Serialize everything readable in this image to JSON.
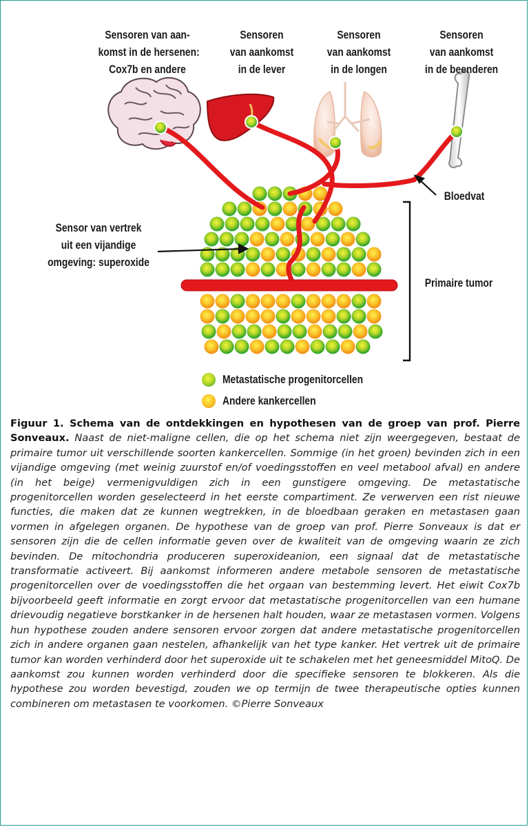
{
  "labels": {
    "brain_sensor": [
      "Sensoren van aan-",
      "komst in de hersenen:",
      "Cox7b en andere"
    ],
    "liver_sensor": [
      "Sensoren",
      "van aankomst",
      "in de lever"
    ],
    "lung_sensor": [
      "Sensoren",
      "van aankomst",
      "in de longen"
    ],
    "bone_sensor": [
      "Sensoren",
      "van aankomst",
      "in de beenderen"
    ],
    "departure_sensor": [
      "Sensor van vertrek",
      "uit een vijandige",
      "omgeving: superoxide"
    ],
    "blood_vessel": "Bloedvat",
    "primary_tumor": "Primaire tumor"
  },
  "legend": [
    {
      "label": "Metastatische progenitorcellen",
      "color": "#2fb52f"
    },
    {
      "label": "Andere kankercellen",
      "color": "#f7a21b"
    }
  ],
  "colors": {
    "vessel": "#e3191c",
    "green_cell": "#2fb52f",
    "orange_cell": "#f7a21b",
    "border": "#1f9e8a"
  },
  "caption": {
    "title": "Figuur 1. Schema van de ontdekkingen en hypothesen van de groep van prof. Pierre Sonveaux.",
    "body": "Naast de niet-maligne cellen, die op het schema niet zijn weergegeven, bestaat de primaire tumor uit verschillende soorten kankercellen. Sommige (in het groen) bevinden zich in een vijandige omgeving (met weinig zuurstof en/of voedingsstoffen en veel metabool afval) en andere (in het beige) vermenigvuldigen zich in een gunstigere omgeving. De metastatische progenitorcellen worden geselecteerd in het eerste compartiment. Ze verwerven een rist nieuwe functies, die maken dat ze kunnen wegtrekken, in de bloedbaan geraken en metastasen gaan vormen in afgelegen organen. De hypothese van de groep van prof. Pierre Sonveaux is dat er sensoren zijn die de cellen informatie geven over de kwaliteit van de omgeving waarin ze zich bevinden. De mitochondria produceren superoxideanion, een signaal dat de metastatische transformatie activeert. Bij aankomst informeren andere metabole sensoren de metastatische progenitorcellen over de voedingsstoffen die het orgaan van bestemming levert. Het eiwit Cox7b bijvoorbeeld geeft informatie en zorgt ervoor dat metastatische progenitorcellen van een humane drievoudig negatieve borstkanker in de hersenen halt houden, waar ze metastasen vormen. Volgens hun hypothese zouden andere sensoren ervoor zorgen dat andere metastatische progenitorcellen zich in andere organen gaan nestelen, afhankelijk van het type kanker. Het vertrek uit de primaire tumor kan worden verhinderd door het superoxide uit te schakelen met het geneesmiddel MitoQ. De aankomst zou kunnen worden verhinderd door die specifieke sensoren te blokkeren. Als die hypothese zou worden bevestigd, zouden we op termijn de twee therapeutische opties kunnen combineren om metastasen te voorkomen.",
    "credit": "©Pierre Sonveaux"
  }
}
